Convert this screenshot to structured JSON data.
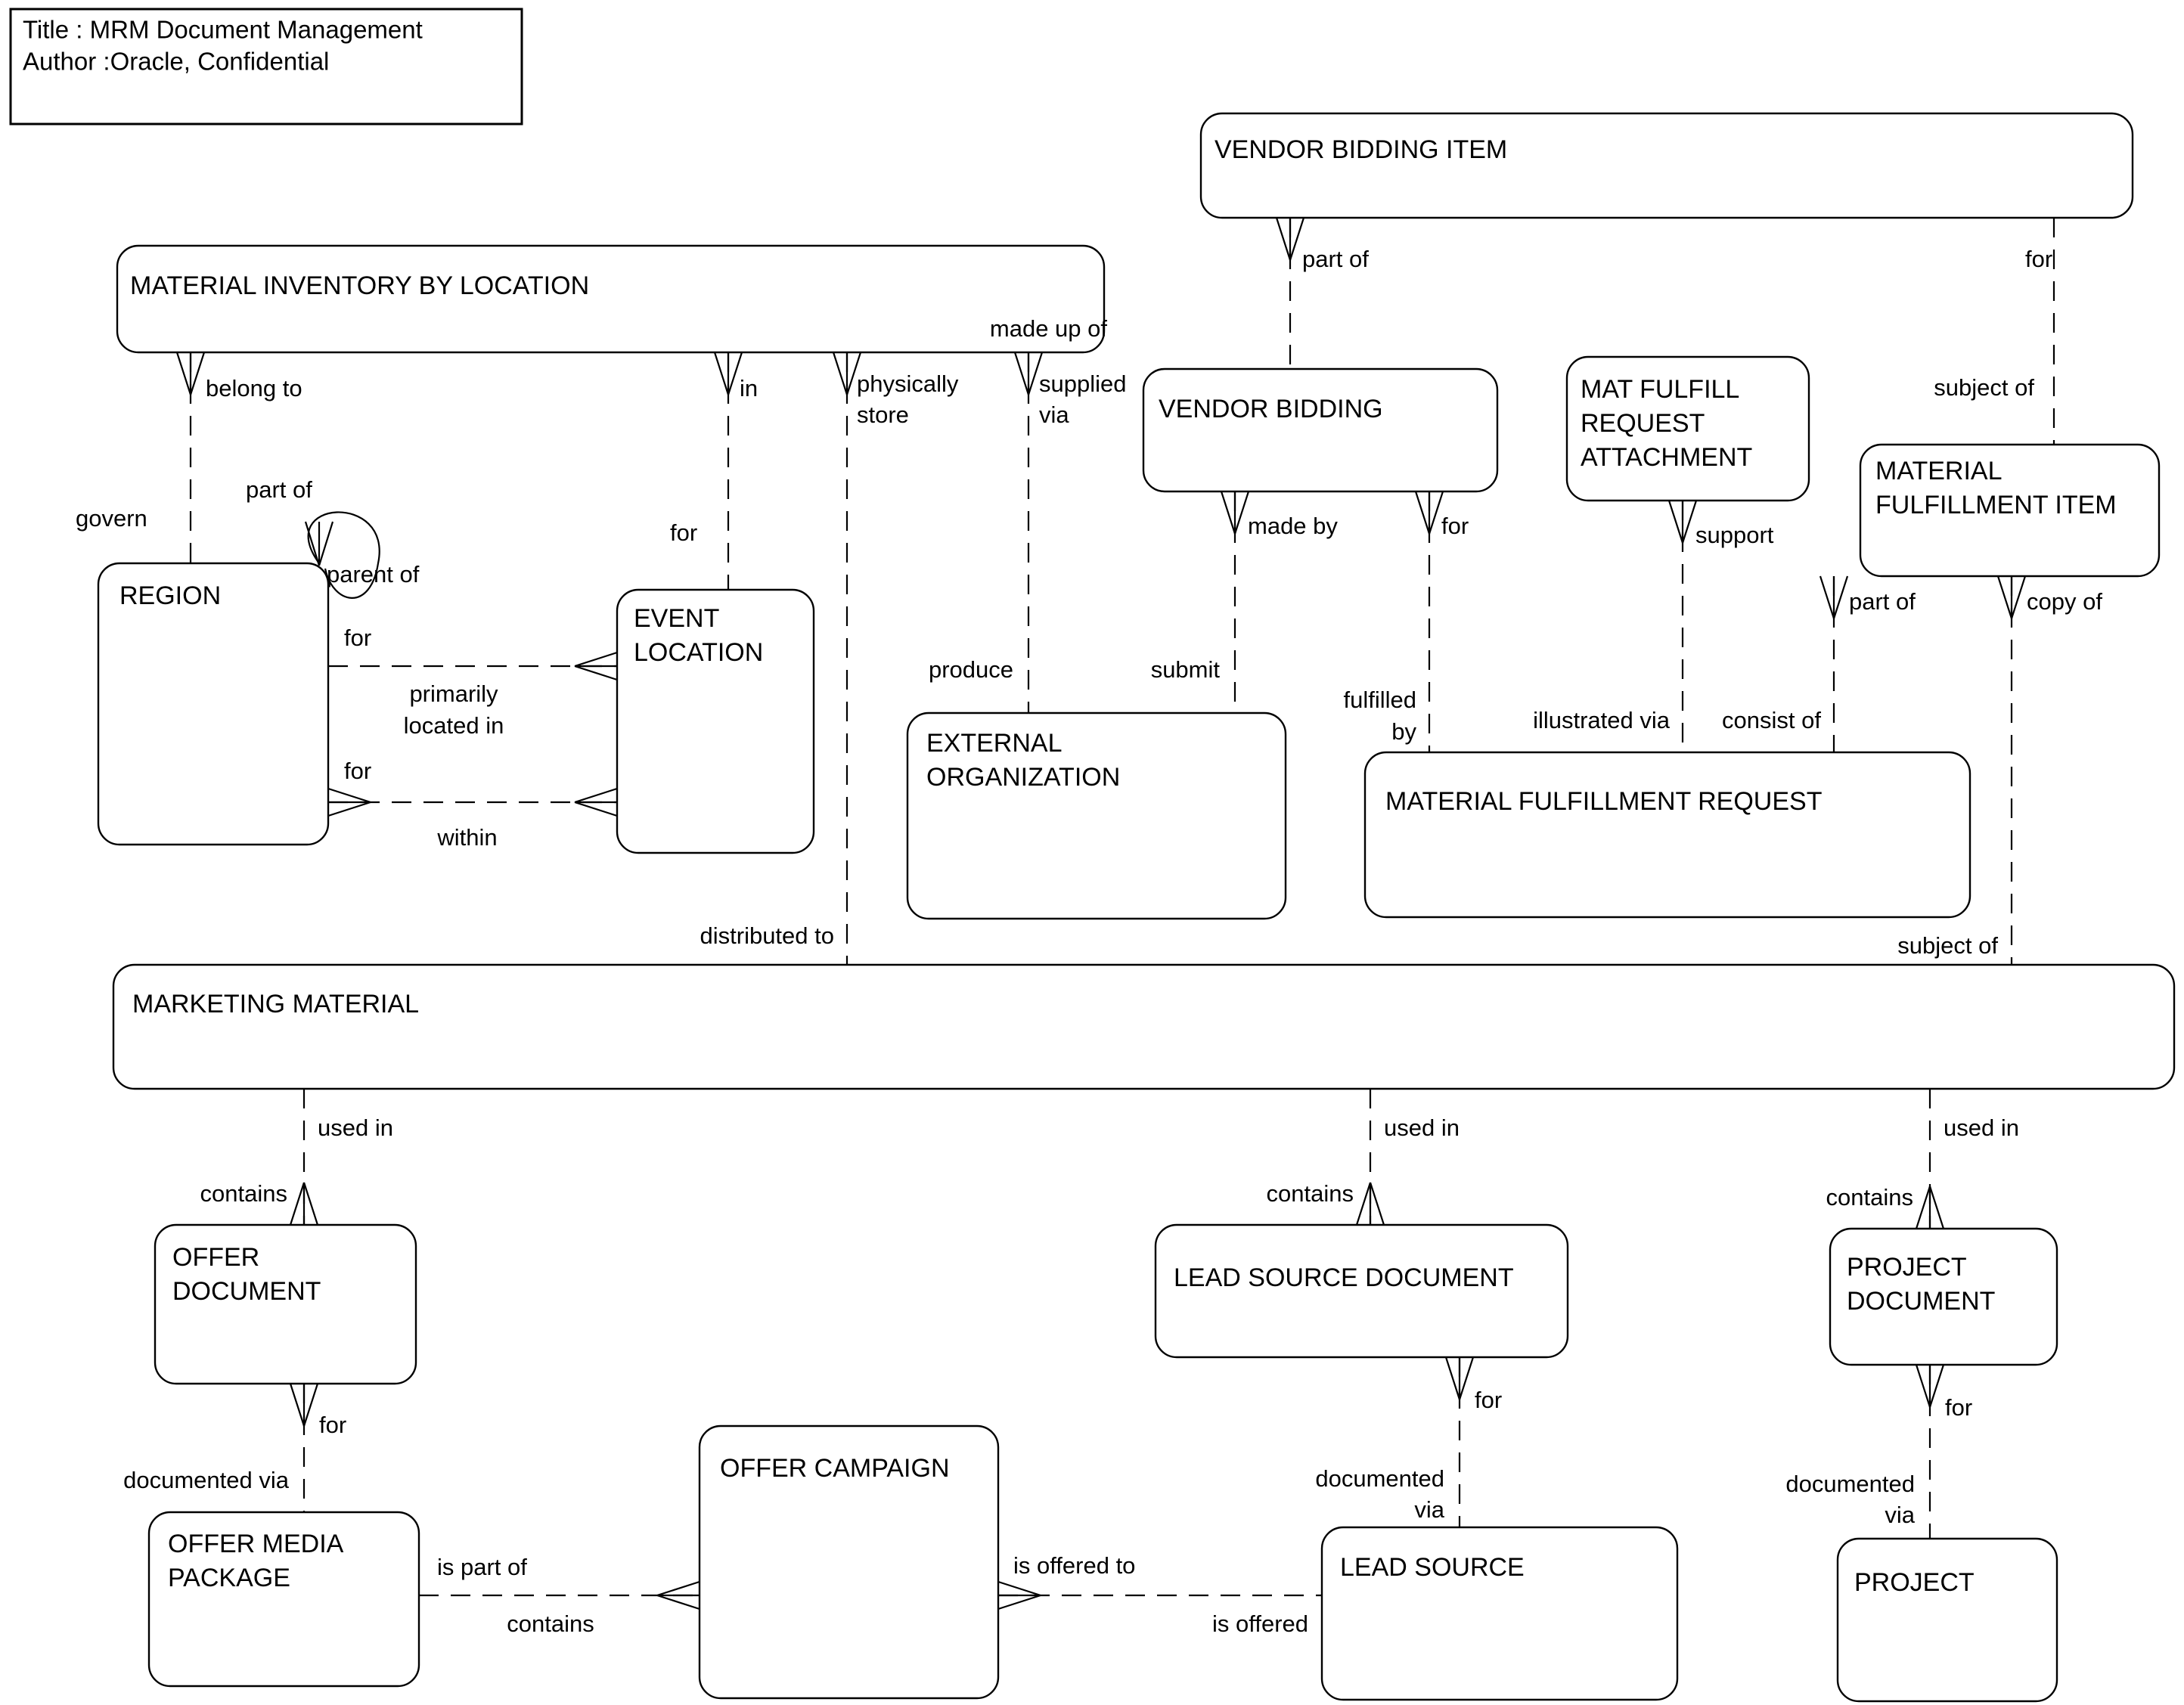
{
  "title_box": {
    "line1": "Title : MRM Document Management",
    "line2": "Author :Oracle, Confidential"
  },
  "entities": {
    "material_inventory_by_location": "MATERIAL INVENTORY BY LOCATION",
    "vendor_bidding_item": "VENDOR BIDDING ITEM",
    "vendor_bidding": "VENDOR BIDDING",
    "mat_fulfill_request_attachment_l1": "MAT FULFILL",
    "mat_fulfill_request_attachment_l2": "REQUEST",
    "mat_fulfill_request_attachment_l3": "ATTACHMENT",
    "material_fulfillment_item_l1": "MATERIAL",
    "material_fulfillment_item_l2": "FULFILLMENT ITEM",
    "region": "REGION",
    "event_location_l1": "EVENT",
    "event_location_l2": "LOCATION",
    "external_organization_l1": "EXTERNAL",
    "external_organization_l2": "ORGANIZATION",
    "material_fulfillment_request": "MATERIAL FULFILLMENT REQUEST",
    "marketing_material": "MARKETING MATERIAL",
    "offer_document_l1": "OFFER",
    "offer_document_l2": "DOCUMENT",
    "lead_source_document": "LEAD SOURCE DOCUMENT",
    "project_document_l1": "PROJECT",
    "project_document_l2": "DOCUMENT",
    "offer_media_package_l1": "OFFER MEDIA",
    "offer_media_package_l2": "PACKAGE",
    "offer_campaign": "OFFER CAMPAIGN",
    "lead_source": "LEAD SOURCE",
    "project": "PROJECT"
  },
  "relationship_labels": {
    "belong_to": "belong to",
    "in": "in",
    "physically_l1": "physically",
    "physically_l2": "store",
    "supplied_l1": "supplied",
    "supplied_l2": "via",
    "made_up_of": "made up of",
    "part_of_vbi": "part of",
    "for_vbi": "for",
    "subject_of_mfi": "subject of",
    "govern": "govern",
    "part_of_region": "part of",
    "parent_of_region": "parent of",
    "for_region_1": "for",
    "for_region_2": "for",
    "for_eventloc": "for",
    "primarily_l1": "primarily",
    "primarily_l2": "located in",
    "within": "within",
    "produce": "produce",
    "submit": "submit",
    "made_by": "made by",
    "for_vb": "for",
    "support": "support",
    "part_of_mfi": "part of",
    "copy_of_mfi": "copy of",
    "fulfilled_l1": "fulfilled",
    "fulfilled_l2": "by",
    "illustrated_via": "illustrated via",
    "consist_of": "consist of",
    "distributed_to": "distributed to",
    "subject_of_mm": "subject of",
    "used_in_1": "used in",
    "used_in_2": "used in",
    "used_in_3": "used in",
    "contains_1": "contains",
    "contains_2": "contains",
    "contains_3": "contains",
    "for_offerdoc": "for",
    "for_leaddoc": "for",
    "for_projdoc": "for",
    "documented_via_1": "documented via",
    "documented_via_2_l1": "documented",
    "documented_via_2_l2": "via",
    "documented_via_3_l1": "documented",
    "documented_via_3_l2": "via",
    "is_part_of": "is part of",
    "contains_campaign": "contains",
    "is_offered_to": "is offered to",
    "is_offered": "is offered"
  },
  "colors": {
    "stroke": "#000000",
    "fill": "#ffffff",
    "background": "#ffffff"
  }
}
